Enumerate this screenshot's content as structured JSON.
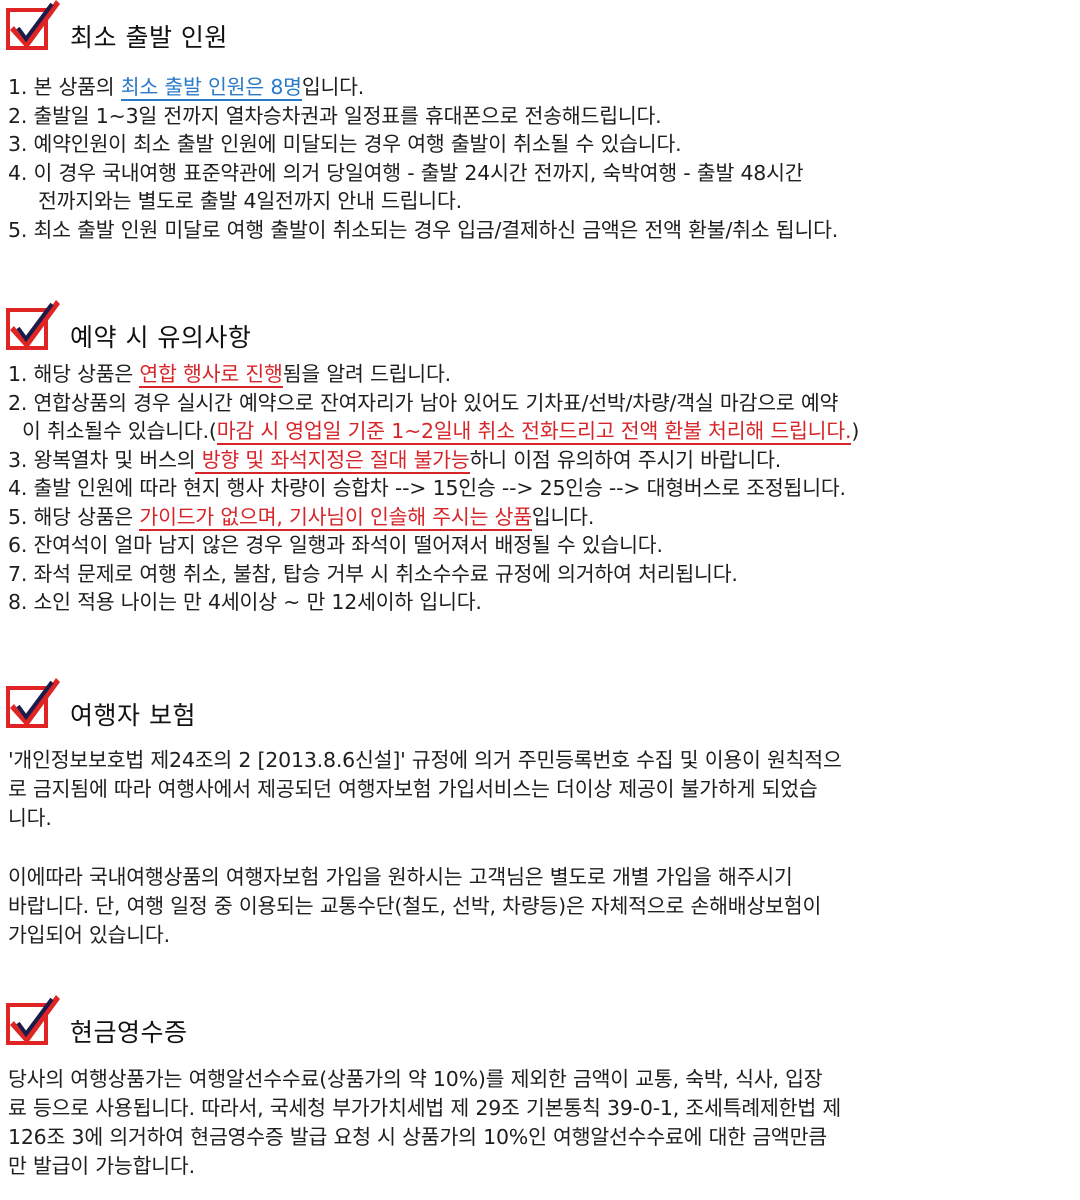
{
  "colors": {
    "check_red": "#e02424",
    "check_navy": "#1b1c4a",
    "highlight_blue": "#2a7ac8",
    "highlight_red": "#d6262a"
  },
  "sections": {
    "min_departure": {
      "icon": "checkbox-check-icon",
      "title": "최소 출발 인원",
      "items": [
        {
          "pre": "1. 본 상품의 ",
          "hl": "최소 출발 인원은 8명",
          "post": "입니다."
        },
        {
          "text": "2. 출발일 1~3일 전까지 열차승차권과 일정표를 휴대폰으로 전송해드립니다."
        },
        {
          "text": "3. 예약인원이 최소 출발 인원에 미달되는 경우 여행 출발이 취소될 수 있습니다."
        },
        {
          "line1": "4. 이 경우 국내여행 표준약관에 의거 당일여행 - 출발 24시간 전까지, 숙박여행 - 출발 48시간",
          "line2": "전까지와는 별도로 출발 4일전까지 안내 드립니다."
        },
        {
          "text": "5. 최소 출발 인원 미달로 여행 출발이 취소되는 경우 입금/결제하신 금액은 전액 환불/취소 됩니다."
        }
      ]
    },
    "booking_notes": {
      "icon": "checkbox-check-icon",
      "title": "예약 시 유의사항",
      "items": [
        {
          "pre": "1. 해당 상품은 ",
          "hl": "연합 행사로 진행",
          "post": "됨을 알려 드립니다."
        },
        {
          "line1": "2. 연합상품의 경우 실시간 예약으로 잔여자리가 남아 있어도 기차표/선박/차량/객실 마감으로 예약",
          "line2_pre": "이 취소될수 있습니다.(",
          "line2_hl": "마감 시 영업일 기준 1~2일내 취소 전화드리고 전액 환불 처리해 드립니다.",
          "line2_post": ")"
        },
        {
          "pre": "3. 왕복열차 및 버스의",
          "hl": " 방향 및 좌석지정은 절대 불가능",
          "post": "하니 이점 유의하여 주시기 바랍니다."
        },
        {
          "text": "4. 출발 인원에 따라 현지 행사 차량이 승합차 --> 15인승 --> 25인승 --> 대형버스로 조정됩니다."
        },
        {
          "pre": "5. 해당 상품은 ",
          "hl": "가이드가 없으며, 기사님이 인솔해 주시는 상품",
          "post": "입니다."
        },
        {
          "text": "6. 잔여석이 얼마 남지 않은 경우 일행과 좌석이 떨어져서 배정될 수 있습니다."
        },
        {
          "text": "7. 좌석 문제로 여행 취소, 불참, 탑승 거부 시 취소수수료 규정에 의거하여 처리됩니다."
        },
        {
          "text": "8. 소인 적용 나이는 만 4세이상 ~ 만 12세이하 입니다."
        }
      ]
    },
    "insurance": {
      "icon": "checkbox-check-icon",
      "title": "여행자 보험",
      "para1": [
        "'개인정보보호법 제24조의 2 [2013.8.6신설]' 규정에 의거 주민등록번호 수집 및 이용이 원칙적으",
        "로 금지됨에 따라 여행사에서 제공되던 여행자보험 가입서비스는 더이상 제공이 불가하게 되었습",
        "니다."
      ],
      "para2": [
        "이에따라 국내여행상품의 여행자보험 가입을 원하시는 고객님은 별도로 개별 가입을 해주시기",
        "바랍니다. 단, 여행 일정 중 이용되는 교통수단(철도, 선박, 차량등)은 자체적으로 손해배상보험이",
        "가입되어 있습니다."
      ]
    },
    "cash_receipt": {
      "icon": "checkbox-check-icon",
      "title": "현금영수증",
      "para": [
        "당사의 여행상품가는 여행알선수수료(상품가의 약 10%)를 제외한 금액이 교통, 숙박, 식사, 입장",
        "료 등으로 사용됩니다. 따라서, 국세청 부가가치세법 제 29조 기본통칙 39-0-1, 조세특례제한법 제",
        "126조 3에 의거하여 현금영수증 발급 요청 시 상품가의 10%인 여행알선수수료에 대한 금액만큼",
        "만 발급이 가능합니다."
      ]
    }
  }
}
